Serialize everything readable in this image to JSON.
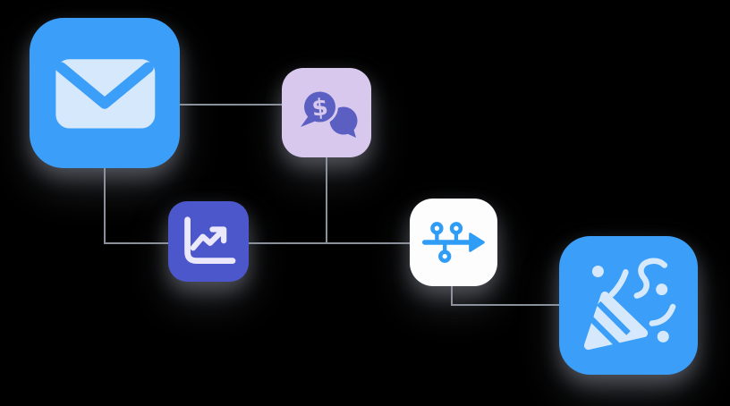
{
  "canvas": {
    "background": "#000000",
    "connector_color": "#8a919c",
    "shadow_color": "#9498a8"
  },
  "nodes": [
    {
      "id": "email",
      "icon": "envelope-icon",
      "tile_color": "#3b9ef8",
      "icon_color": "#d6e9fc"
    },
    {
      "id": "money-chat",
      "icon": "dollar-chat-bubbles-icon",
      "tile_color": "#d9c8ee",
      "icon_color": "#5a5fc1",
      "symbol": "$"
    },
    {
      "id": "line-chart",
      "icon": "trending-chart-icon",
      "tile_color": "#4c57cb",
      "icon_color": "#ebe8fb"
    },
    {
      "id": "pipeline",
      "icon": "timeline-arrow-icon",
      "tile_color": "#fdfdfe",
      "icon_color": "#2f9df6"
    },
    {
      "id": "celebration",
      "icon": "party-popper-icon",
      "tile_color": "#3b9ef8",
      "icon_color": "#d6e9fc"
    }
  ],
  "connectors": [
    {
      "from": "email",
      "to": "money-chat"
    },
    {
      "from": "email",
      "to": "line-chart"
    },
    {
      "from": "money-chat",
      "to": "line-chart-pipeline-link"
    },
    {
      "from": "line-chart",
      "to": "pipeline"
    },
    {
      "from": "pipeline",
      "to": "celebration"
    }
  ]
}
